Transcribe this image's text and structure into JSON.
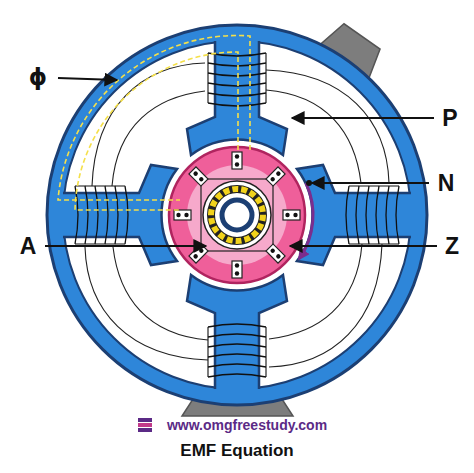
{
  "diagram": {
    "caption": "EMF Equation",
    "labels": [
      "ϕ",
      "P",
      "N",
      "A",
      "Z",
      "www.omgfreestudy.com"
    ]
  }
}
